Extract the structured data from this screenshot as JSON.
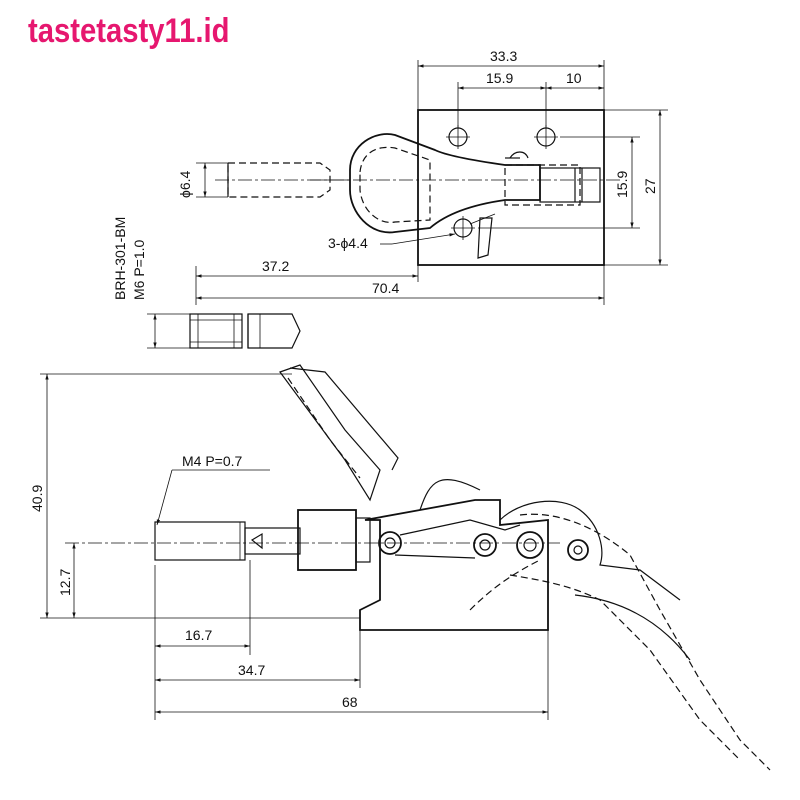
{
  "watermark": "tastetasty11.id",
  "top_view": {
    "width_total": "33.3",
    "hole_spacing": "15.9",
    "hole_edge": "10",
    "height_holes": "15.9",
    "height_total": "27",
    "plunger_dia": "ϕ6.4",
    "holes_label": "3-ϕ4.4",
    "plunger_ext": "37.2",
    "length_total": "70.4"
  },
  "spindle": {
    "part_no": "BRH-301-BM",
    "thread": "M6 P=1.0"
  },
  "side_view": {
    "thread": "M4 P=0.7",
    "height_total": "40.9",
    "height_axis": "12.7",
    "stroke": "16.7",
    "len_mid": "34.7",
    "len_total": "68"
  }
}
